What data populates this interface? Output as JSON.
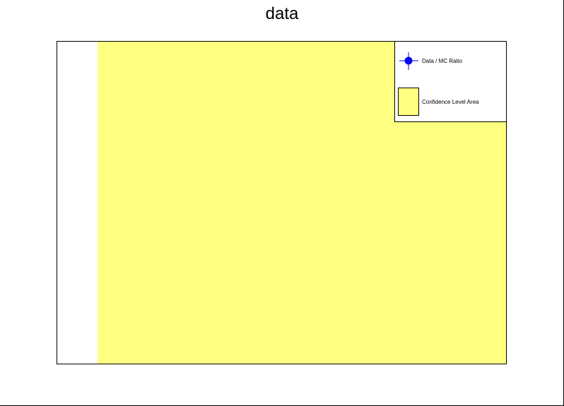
{
  "chart_data": {
    "type": "area",
    "title": "data",
    "xlabel": "",
    "ylabel": "",
    "grid": false,
    "legend_placement": "top-right",
    "x": [
      0,
      1
    ],
    "xlim": [
      -0.1,
      1.0
    ],
    "ylim": [
      0,
      1
    ],
    "confidence_band": {
      "x_start": 0,
      "x_end": 1,
      "y_low": 0,
      "y_high": 1
    },
    "series": [
      {
        "name": "Data / MC Ratio",
        "type": "errorbar",
        "points": []
      },
      {
        "name": "Confidence Level Area",
        "type": "band"
      }
    ],
    "legend": {
      "ratio_label": "Data / MC Ratio",
      "area_label": "Confidence Level Area"
    },
    "colors": {
      "band_fill": "#ffff80",
      "marker": "#0000ff",
      "frame": "#000000",
      "background": "#ffffff"
    }
  }
}
